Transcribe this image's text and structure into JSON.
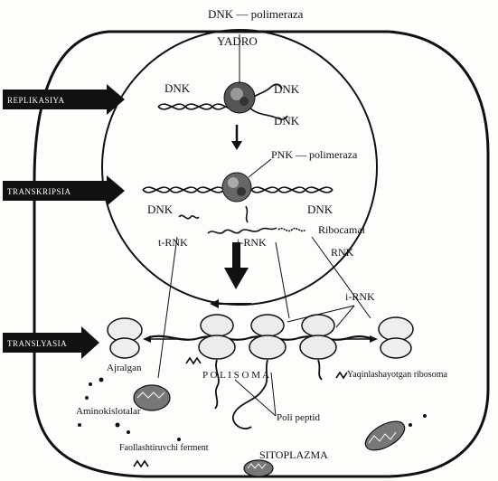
{
  "labels": {
    "dnk_polimeraza": "DNK — polimeraza",
    "yadro": "YADRO",
    "dnk_left": "DNK",
    "dnk_right_top": "DNK",
    "dnk_right_mid": "DNK",
    "pnk_polimeraza": "PNK — polimeraza",
    "dnk_lower_left": "DNK",
    "dnk_lower_right": "DNK",
    "t_rnk": "t-RNK",
    "i_rnk_center": "i-RNK",
    "ribocamal": "Ribocamal",
    "rnk": "RNK",
    "i_rnk_right": "i-RNK",
    "ajralgan": "Ajralgan",
    "aminokislotalar": "Aminokislotalar",
    "polisoma": "P O L I S O M A",
    "yaqinlashayotgan_ribosoma": "Yaqinlashayotgan ribosoma",
    "poli_peptid": "Poli peptid",
    "faollashtiruvchi_ferment": "Faollashtiruvchi ferment",
    "sitoplazma": "SITOPLAZMA"
  },
  "process_arrows": {
    "replikasiya": "REPLIKASIYA",
    "transkripsia": "TRANSKRIPSIA",
    "translyasia": "TRANSLYASIA"
  },
  "colors": {
    "ink": "#111111",
    "arrow_fill": "#111111",
    "background": "#fdfdfb"
  }
}
